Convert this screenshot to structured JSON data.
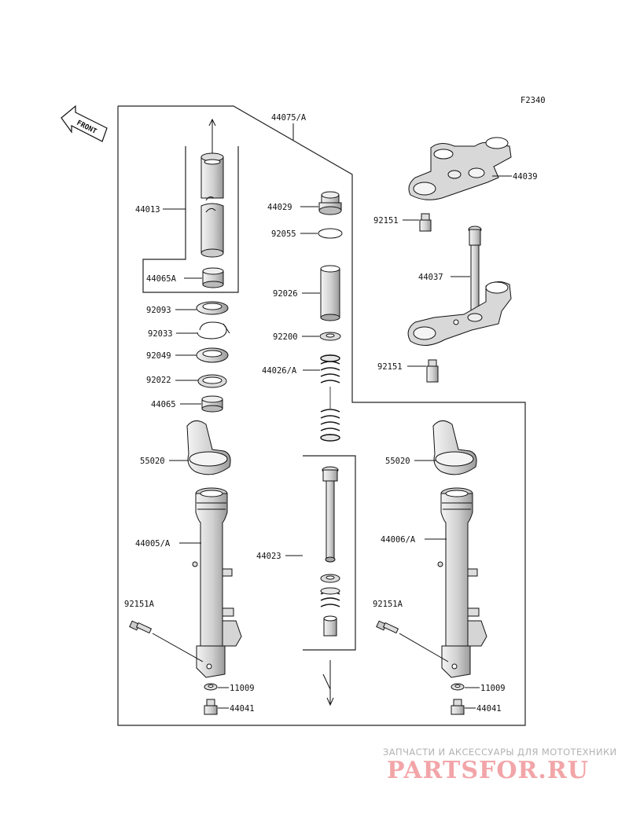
{
  "figure_code": "F2340",
  "front_arrow_label": "FRONT",
  "labels": {
    "p44075A": "44075/A",
    "p44013": "44013",
    "p44065A": "44065A",
    "p92093": "92093",
    "p92033": "92033",
    "p92049": "92049",
    "p92022": "92022",
    "p44065": "44065",
    "p55020_left": "55020",
    "p44005A": "44005/A",
    "p92151A_left": "92151A",
    "p11009_left": "11009",
    "p44041_left": "44041",
    "p44029": "44029",
    "p92055": "92055",
    "p92026": "92026",
    "p92200": "92200",
    "p44026A": "44026/A",
    "p44023": "44023",
    "p44039": "44039",
    "p92151_upper": "92151",
    "p44037": "44037",
    "p92151_lower": "92151",
    "p55020_right": "55020",
    "p44006A": "44006/A",
    "p92151A_right": "92151A",
    "p11009_right": "11009",
    "p44041_right": "44041"
  },
  "watermark": {
    "tagline": "ЗАПЧАСТИ И АКСЕССУАРЫ ДЛЯ МОТОТЕХНИКИ",
    "logo": "PARTSFOR.RU"
  },
  "colors": {
    "line": "#111111",
    "part_fill": "#e3e3e3",
    "watermark_gray": "#b3b3b3",
    "watermark_red": "#f2a5a8"
  }
}
